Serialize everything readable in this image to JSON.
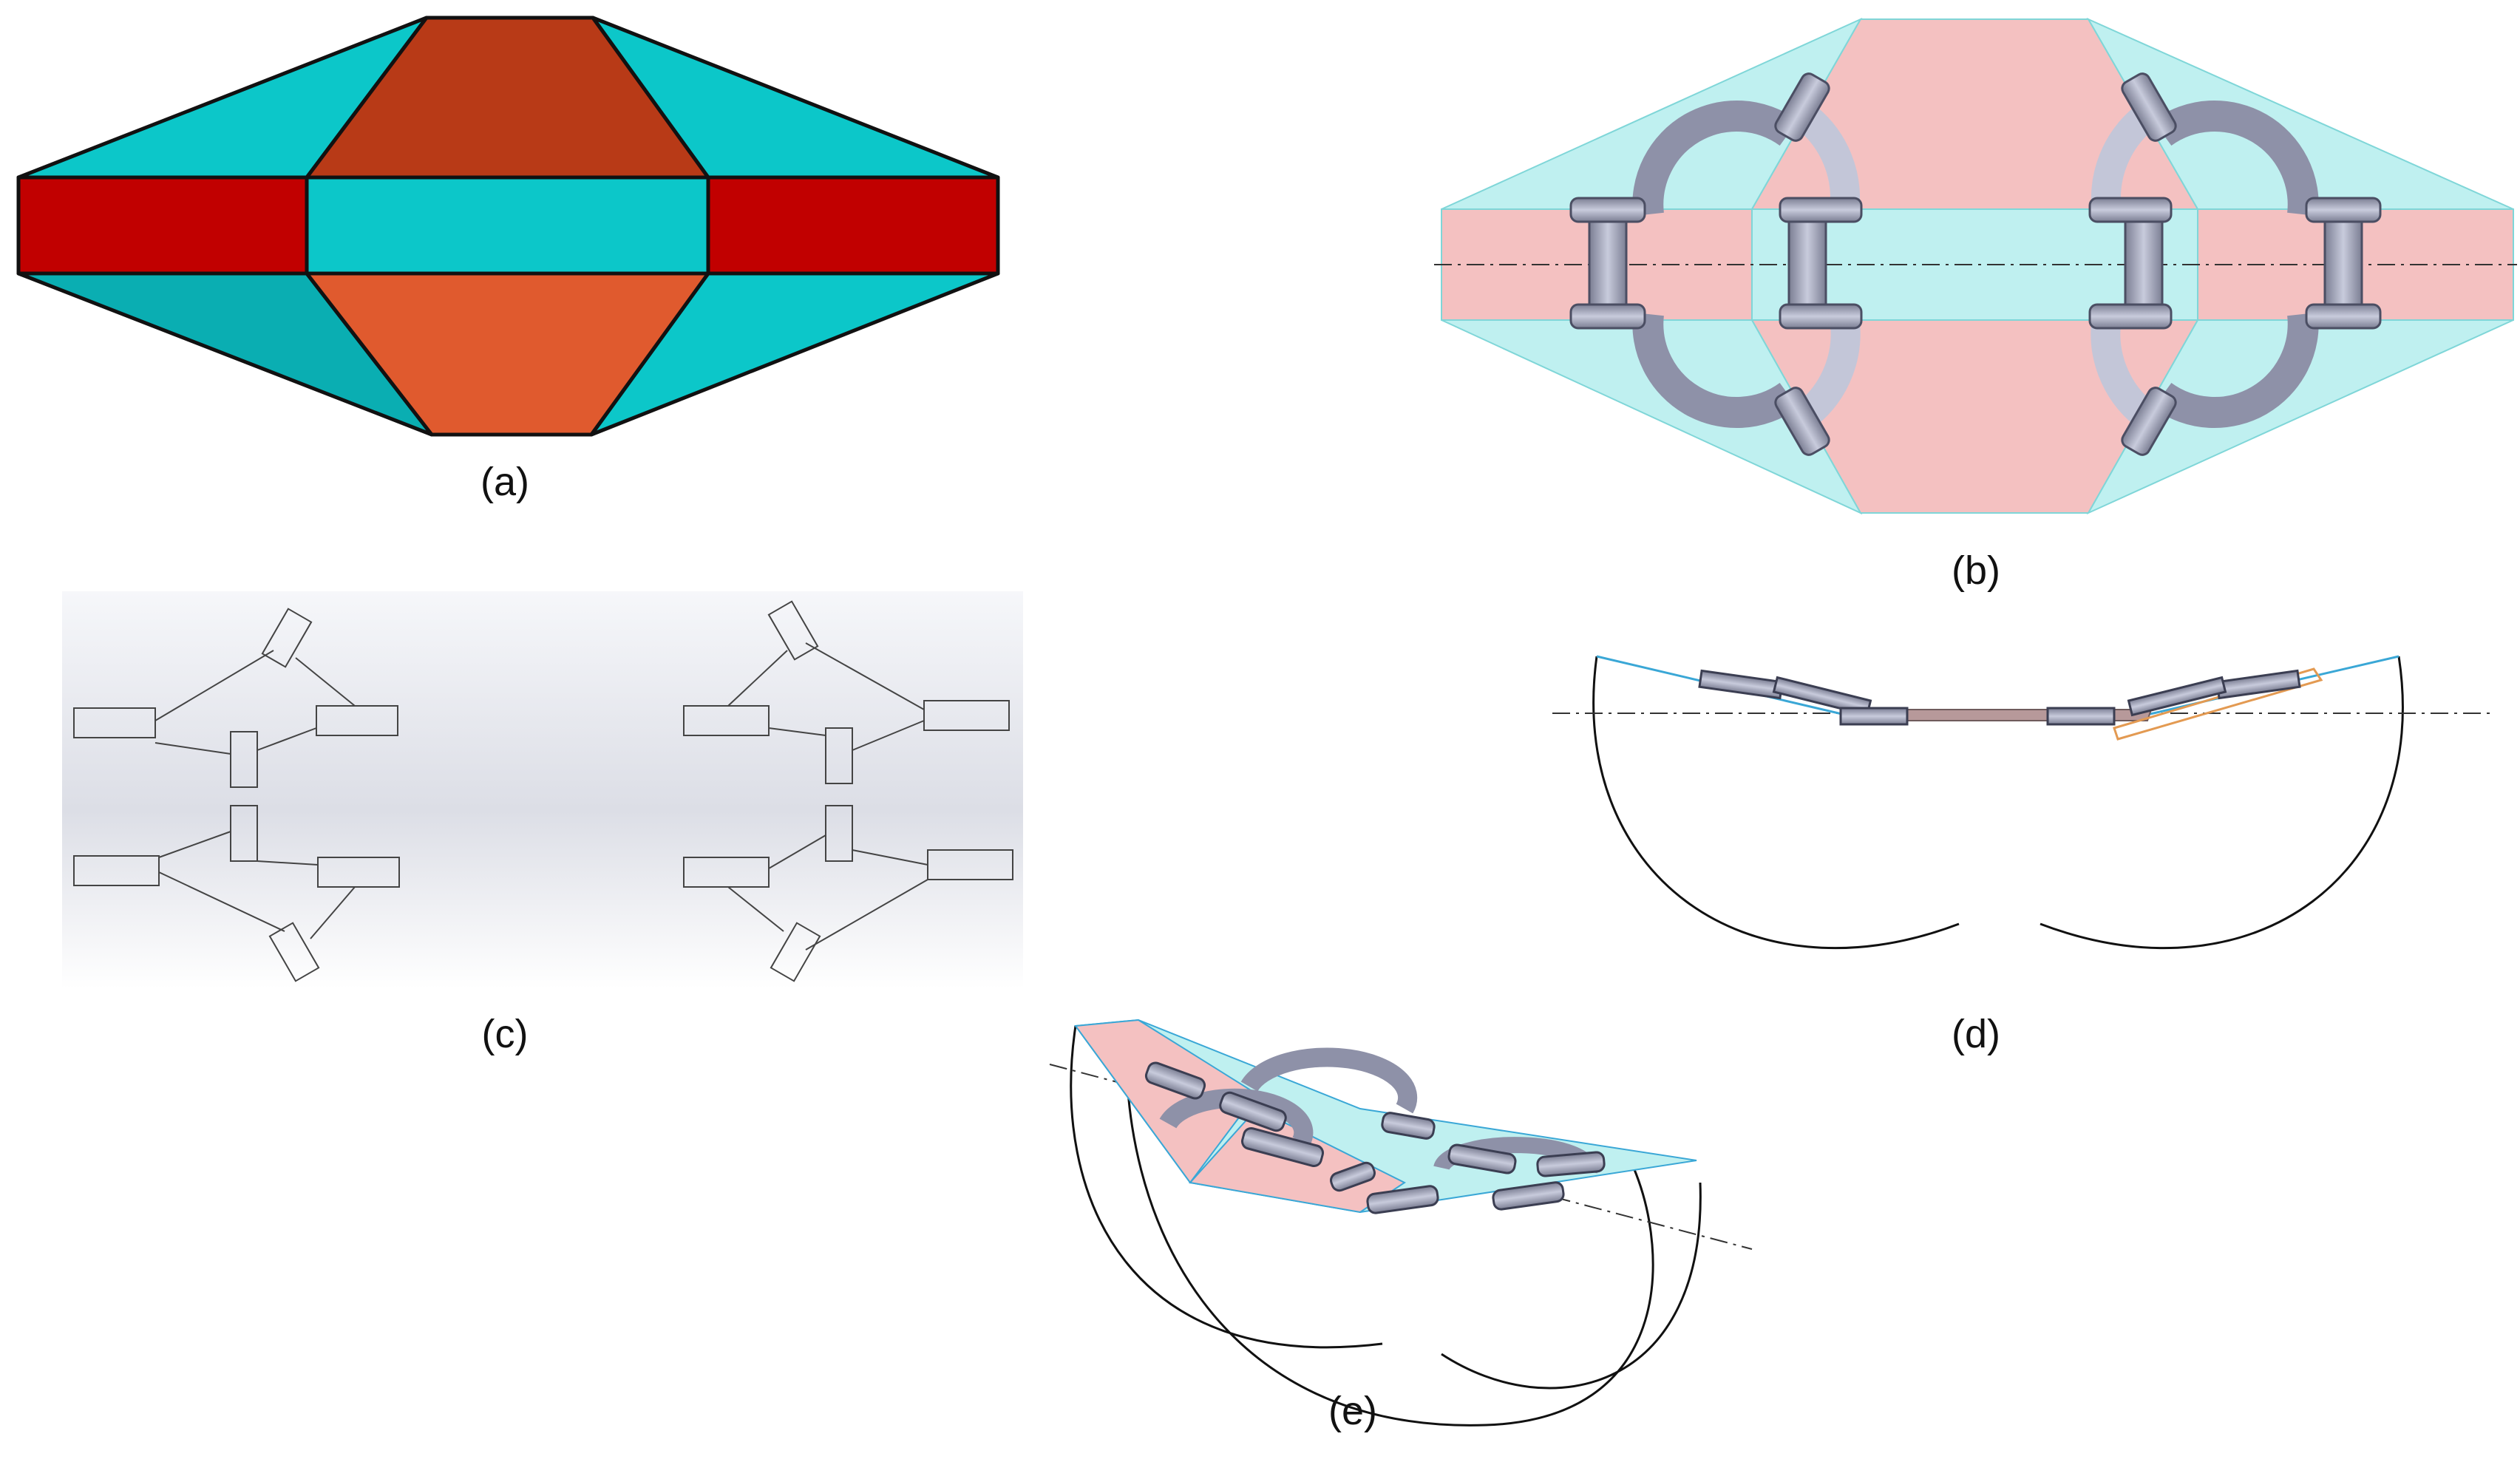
{
  "panels": {
    "a": {
      "label": "(a)"
    },
    "b": {
      "label": "(b)"
    },
    "c": {
      "label": "(c)"
    },
    "d": {
      "label": "(d)"
    },
    "e": {
      "label": "(e)"
    }
  },
  "colors": {
    "cyan": "#0cc7c9",
    "cyan_dark": "#0aaeb2",
    "red": "#c10000",
    "brown": "#b83a17",
    "orange": "#e05a2e",
    "pink_light": "#f4c1c1",
    "cyan_light": "#bff0f0",
    "link_gray": "#9a9db3",
    "link_light": "#c3c6d8"
  }
}
